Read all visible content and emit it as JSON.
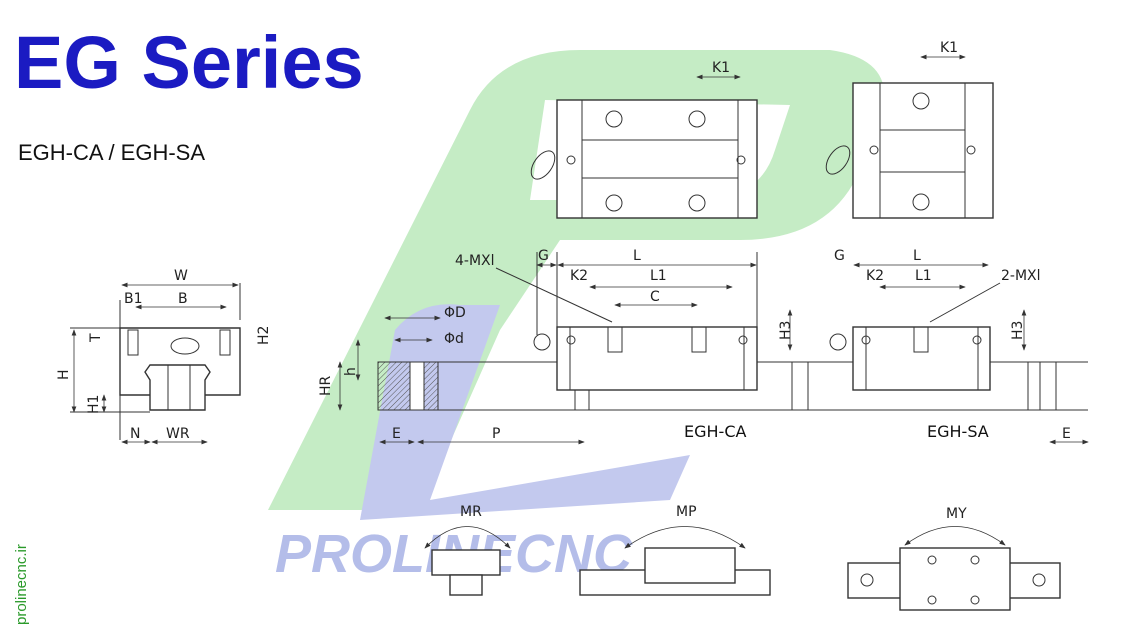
{
  "title": "EG Series",
  "subtitle": "EGH-CA / EGH-SA",
  "watermark": "PROLINECNC",
  "website": "prolinecnc.ir",
  "colors": {
    "title": "#1b1bc2",
    "logo_green": "#c5ecc5",
    "logo_blue": "#c3c9ee",
    "website": "#2a9a2a"
  },
  "cross_section": {
    "W": "W",
    "B1": "B1",
    "B": "B",
    "T": "T",
    "H2": "H2",
    "H": "H",
    "H1": "H1",
    "N": "N",
    "WR": "WR"
  },
  "rail": {
    "phiD": "ΦD",
    "phid": "Φd",
    "h": "h",
    "HR": "HR",
    "E": "E",
    "P": "P"
  },
  "ca": {
    "name": "EGH-CA",
    "tap": "4-MXl",
    "G": "G",
    "L": "L",
    "K2": "K2",
    "L1": "L1",
    "C": "C",
    "H3": "H3",
    "K1": "K1"
  },
  "sa": {
    "name": "EGH-SA",
    "tap": "2-MXl",
    "G": "G",
    "L": "L",
    "K2": "K2",
    "L1": "L1",
    "H3": "H3",
    "K1": "K1",
    "E": "E"
  },
  "moments": {
    "MR": "MR",
    "MP": "MP",
    "MY": "MY"
  }
}
